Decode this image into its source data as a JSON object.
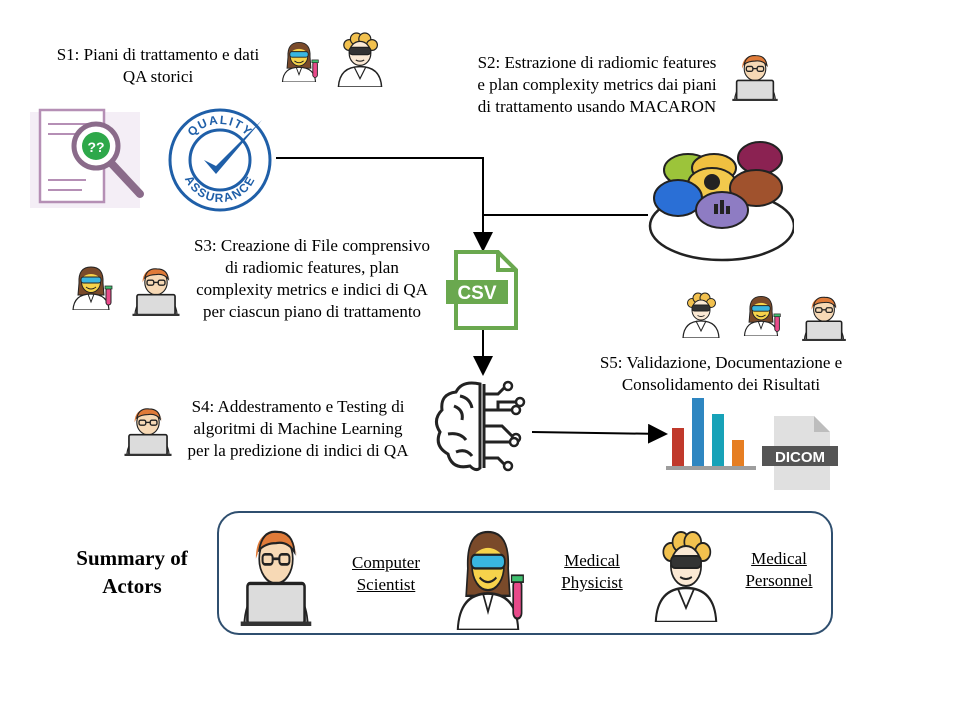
{
  "steps": {
    "s1": "S1: Piani di trattamento e dati QA storici",
    "s2": "S2: Estrazione di radiomic features e plan complexity metrics dai piani di trattamento usando MACARON",
    "s3": "S3: Creazione di File comprensivo di radiomic features, plan complexity metrics e indici di QA per ciascun piano di trattamento",
    "s4": "S4: Addestramento e Testing di algoritmi di Machine Learning per la predizione di indici di QA",
    "s5": "S5: Validazione, Documentazione e Consolidamento dei Risultati"
  },
  "badges": {
    "quality_top": "QUALITY",
    "quality_bottom": "ASSURANCE",
    "csv": "CSV",
    "dicom": "DICOM",
    "question": "??"
  },
  "summary": {
    "title": "Summary of Actors",
    "computer_scientist": "Computer Scientist",
    "medical_physicist": "Medical Physicist",
    "medical_personnel": "Medical Personnel"
  },
  "colors": {
    "qa_blue": "#1f5fa8",
    "csv_green": "#6aa84f",
    "chart_red": "#c0392b",
    "chart_blue": "#2e86c1",
    "chart_teal": "#17a2b8",
    "chart_orange": "#e67e22",
    "box_border": "#2f4f6f"
  }
}
